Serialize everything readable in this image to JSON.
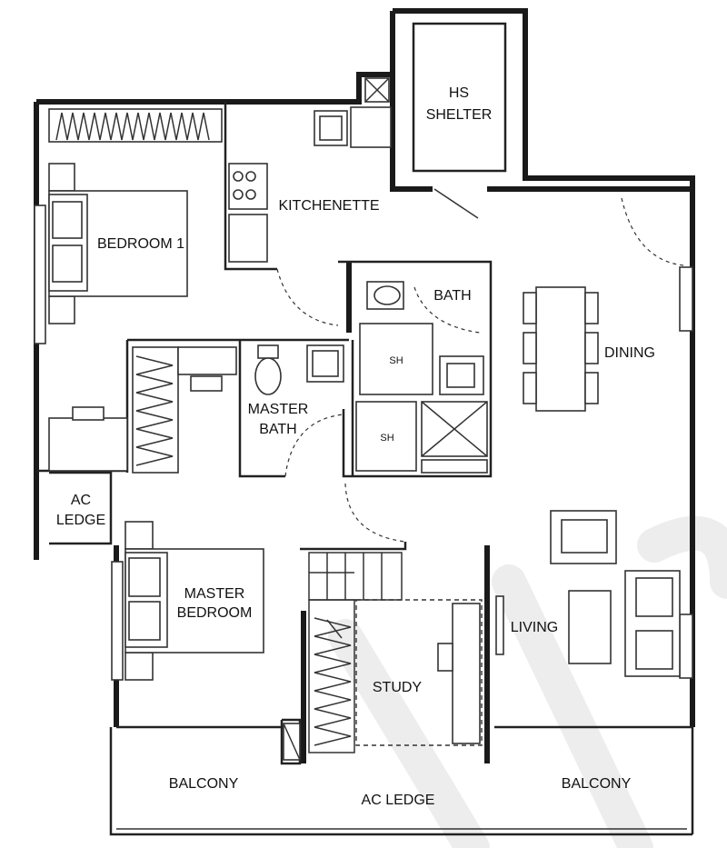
{
  "rooms": {
    "hs_shelter_line1": "HS",
    "hs_shelter_line2": "SHELTER",
    "kitchenette": "KITCHENETTE",
    "bedroom1": "BEDROOM 1",
    "bath": "BATH",
    "dining": "DINING",
    "sh1": "SH",
    "sh2": "SH",
    "master_bath_line1": "MASTER",
    "master_bath_line2": "BATH",
    "ac_ledge_left_line1": "AC",
    "ac_ledge_left_line2": "LEDGE",
    "master_bedroom_line1": "MASTER",
    "master_bedroom_line2": "BEDROOM",
    "living": "LIVING",
    "study": "STUDY",
    "balcony_left": "BALCONY",
    "ac_ledge_bottom": "AC LEDGE",
    "balcony_right": "BALCONY"
  },
  "colors": {
    "wall": "#1a1a1a",
    "background": "#ffffff",
    "watermark": "#000000"
  }
}
